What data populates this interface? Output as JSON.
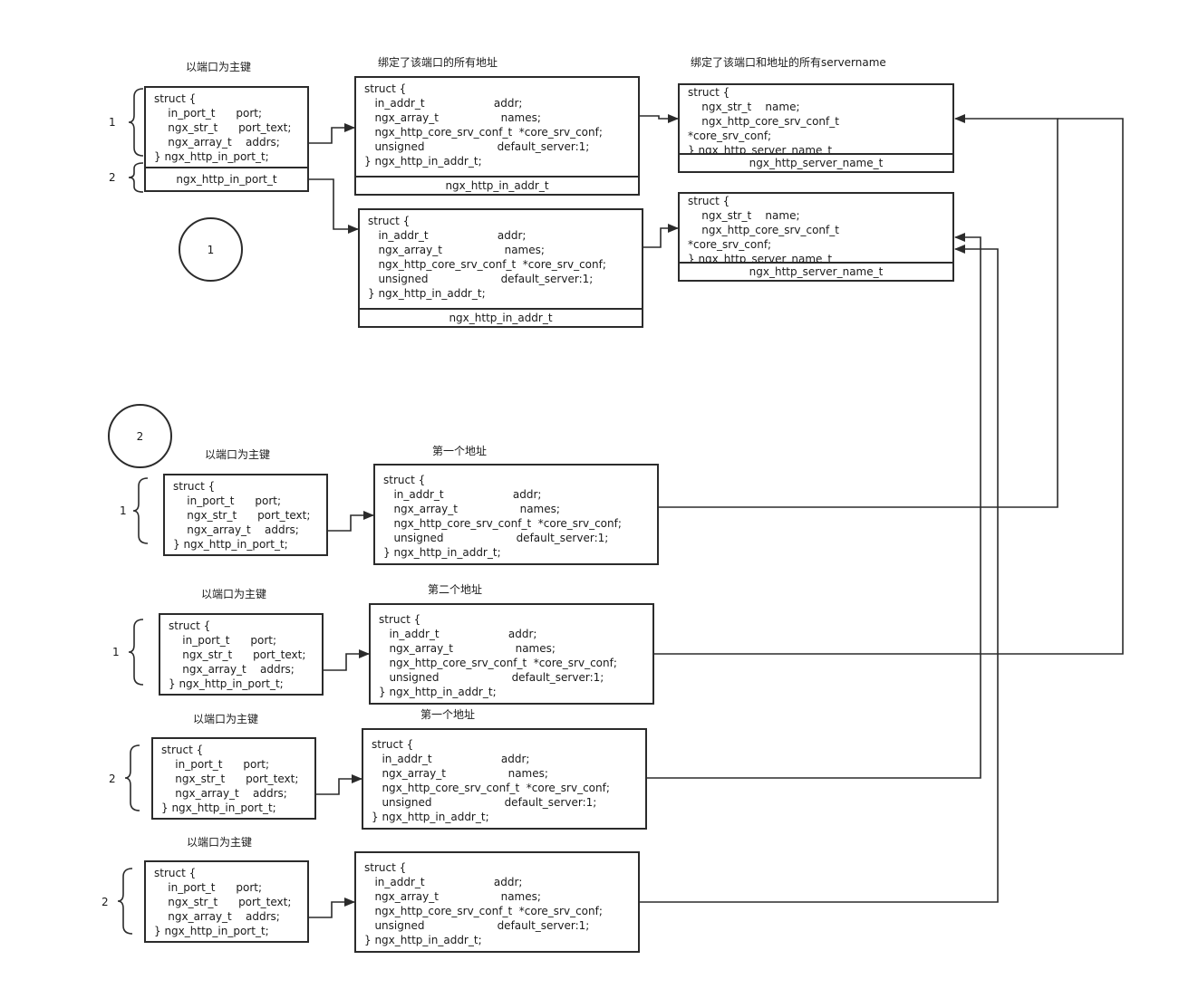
{
  "labels": {
    "port_key": "以端口为主键",
    "all_addrs": "绑定了该端口的所有地址",
    "all_servernames": "绑定了该端口和地址的所有servername",
    "first_addr": "第一个地址",
    "second_addr": "第二个地址"
  },
  "circles": {
    "one": "1",
    "two": "2"
  },
  "brace_numbers": {
    "one": "1",
    "two": "2"
  },
  "structs": {
    "port_full": "struct {\n    in_port_t      port;\n    ngx_str_t      port_text;\n    ngx_array_t    addrs;\n} ngx_http_in_port_t;",
    "port_item": "ngx_http_in_port_t",
    "addr": "struct {\n   in_addr_t                    addr;\n   ngx_array_t                  names;\n   ngx_http_core_srv_conf_t  *core_srv_conf;\n   unsigned                     default_server:1;\n} ngx_http_in_addr_t;",
    "addr_footer": "ngx_http_in_addr_t",
    "name": "struct {\n    ngx_str_t    name;\n    ngx_http_core_srv_conf_t\n*core_srv_conf;\n} ngx_http_server_name_t",
    "name_footer": "ngx_http_server_name_t"
  },
  "colors": {
    "stroke": "#2b2b2b",
    "background": "#ffffff"
  }
}
